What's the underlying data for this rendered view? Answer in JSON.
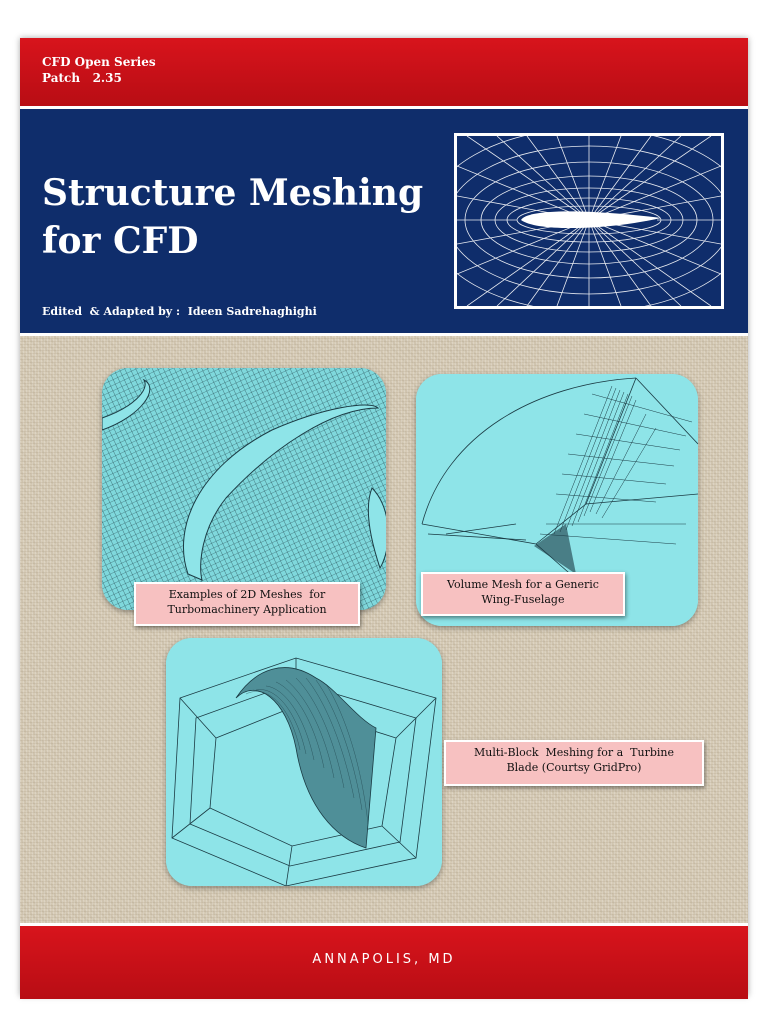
{
  "header": {
    "series_line1": "CFD Open Series",
    "series_line2": "Patch   2.35"
  },
  "title": {
    "line1": "Structure Meshing",
    "line2": "for CFD",
    "editor": "Edited  & Adapted by :  Ideen Sadrehaghighi"
  },
  "panels": [
    {
      "caption_line1": "Examples of 2D Meshes  for",
      "caption_line2": "Turbomachinery Application"
    },
    {
      "caption_line1": "Volume Mesh for a Generic",
      "caption_line2": "Wing-Fuselage"
    },
    {
      "caption_line1": "Multi-Block  Meshing for a  Turbine",
      "caption_line2": "Blade (Courtsy GridPro)"
    }
  ],
  "footer": {
    "location": "ANNAPOLIS, MD"
  },
  "colors": {
    "red_band": "#c8111a",
    "blue_band": "#0f2d6b",
    "panel_cyan": "#8ee4e8",
    "caption_pink": "#f7c1c1",
    "canvas": "#d6cbb6"
  }
}
